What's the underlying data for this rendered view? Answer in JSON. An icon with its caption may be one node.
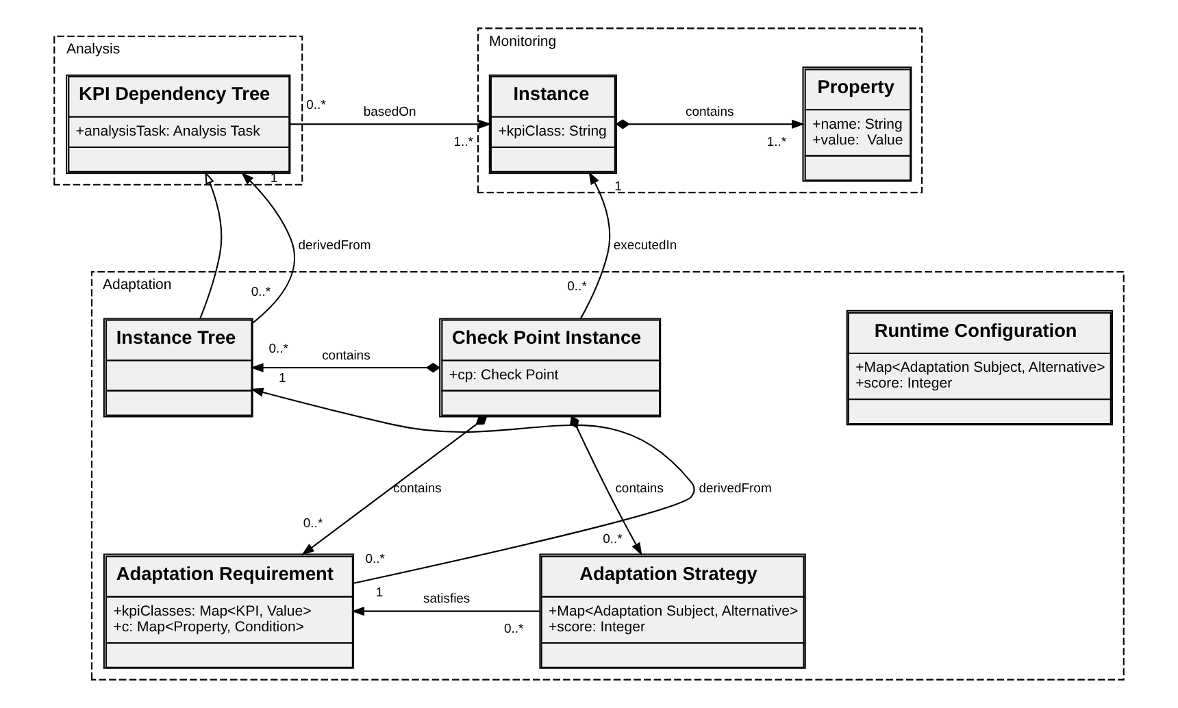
{
  "diagram": {
    "nodes": [
      {
        "text": [
          "Analysis"
        ]
      },
      {
        "text": [
          "KPI Dependency Tree",
          "+analysisTask: Analysis Task"
        ],
        "in": 0
      },
      {
        "text": [
          "Monitoring"
        ]
      },
      {
        "text": [
          "Instance",
          "+kpiClass: String"
        ],
        "in": 2
      },
      {
        "text": [
          "Property",
          "+name: String",
          "+value:  Value"
        ],
        "in": 2
      },
      {
        "text": [
          "Adaptation"
        ]
      },
      {
        "text": [
          "Instance Tree"
        ],
        "in": 5
      },
      {
        "text": [
          "Check Point Instance",
          "+cp: Check Point"
        ],
        "in": 5
      },
      {
        "text": [
          "Runtime Configuration",
          "+Map<Adaptation Subject, Alternative>",
          "+score: Integer"
        ],
        "in": 5
      },
      {
        "text": [
          "Adaptation Requirement",
          "+kpiClasses: Map<KPI, Value>",
          "+c: Map<Property, Condition>"
        ],
        "in": 5
      },
      {
        "text": [
          "Adaptation Strategy",
          "+Map<Adaptation Subject, Alternative>",
          "+score: Integer"
        ],
        "in": 5
      }
    ],
    "edges": [
      {
        "from": 1,
        "to": 3,
        "arrow": "to",
        "label": "basedOn"
      },
      {
        "from": 3,
        "to": 4,
        "arrow": "to",
        "label": "contains"
      },
      {
        "from": 6,
        "to": 1,
        "arrow": "to"
      },
      {
        "from": 6,
        "to": 1,
        "arrow": "to",
        "label": "derivedFrom"
      },
      {
        "from": 7,
        "to": 3,
        "arrow": "to",
        "label": "executedIn"
      },
      {
        "from": 7,
        "to": 6,
        "arrow": "to",
        "label": "contains"
      },
      {
        "from": 7,
        "to": 9,
        "arrow": "to",
        "label": "contains"
      },
      {
        "from": 7,
        "to": 10,
        "arrow": "to",
        "label": "contains"
      },
      {
        "from": 9,
        "to": 6,
        "arrow": "to",
        "label": "derivedFrom"
      },
      {
        "from": 10,
        "to": 9,
        "arrow": "to",
        "label": "satisfies"
      }
    ],
    "labels": [
      "0..*",
      "1..*",
      "1..*",
      "1",
      "1",
      "0..*",
      "0..*",
      "0..*",
      "1",
      "0..*",
      "0..*",
      "0..*",
      "1",
      "0..*"
    ]
  }
}
